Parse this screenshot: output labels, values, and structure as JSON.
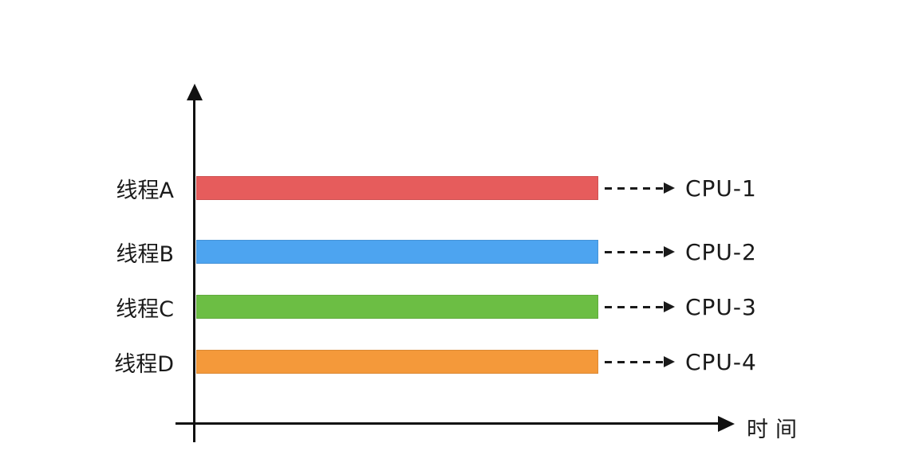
{
  "diagram": {
    "background": "#ffffff",
    "axis_color": "#111111",
    "text_color": "#1a1a1a",
    "x_axis_label": "时间",
    "threads": [
      {
        "label": "线程A",
        "cpu": "CPU-1",
        "color": "#e65c5c"
      },
      {
        "label": "线程B",
        "cpu": "CPU-2",
        "color": "#4da4f0"
      },
      {
        "label": "线程C",
        "cpu": "CPU-3",
        "color": "#6cbe44"
      },
      {
        "label": "线程D",
        "cpu": "CPU-4",
        "color": "#f4993a"
      }
    ]
  }
}
